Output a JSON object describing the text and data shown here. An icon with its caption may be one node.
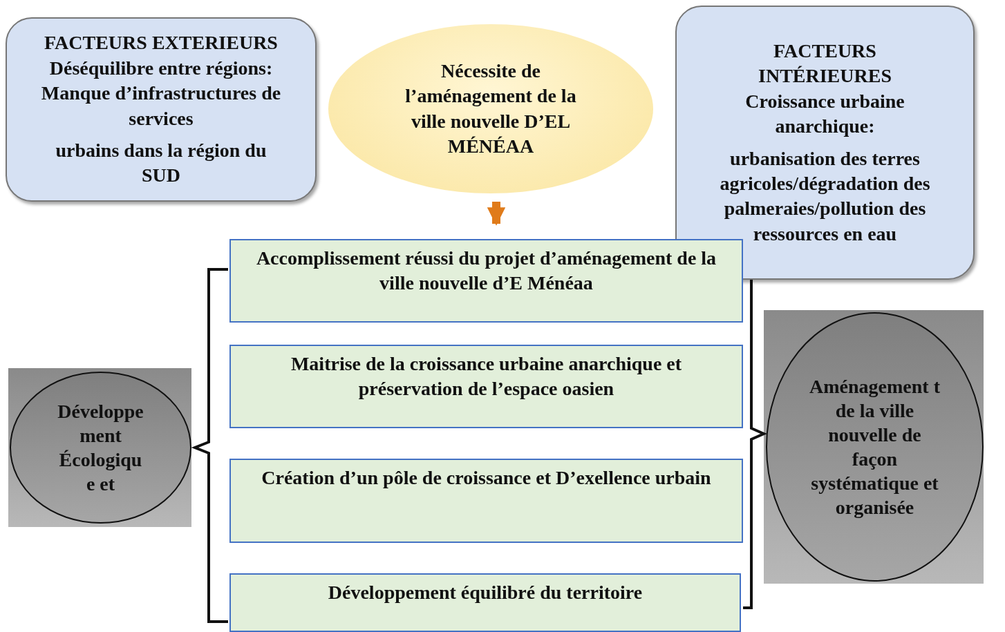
{
  "diagram": {
    "nodes": [
      {
        "text": [
          "FACTEURS EXTERIEURS",
          "Déséquilibre entre régions: Manque d’infrastructures de services",
          "urbains dans la région du SUD"
        ]
      },
      {
        "text": [
          "Nécessite de l’aménagement de la ville nouvelle D’EL MÉNÉAA"
        ]
      },
      {
        "text": [
          "FACTEURS INTÉRIEURES",
          "Croissance urbaine anarchique:",
          "urbanisation des terres agricoles/dégradation des palmeraies/pollution des ressources en eau"
        ]
      },
      {
        "text": [
          "Accomplissement réussi du projet d’aménagement de la ville nouvelle d’E Ménéaa"
        ]
      },
      {
        "text": [
          "Maitrise de la croissance urbaine anarchique et préservation de l’espace oasien"
        ]
      },
      {
        "text": [
          "Création d’un pôle de croissance et D’exellence urbain"
        ]
      },
      {
        "text": [
          "Développement équilibré du territoire"
        ]
      },
      {
        "text": [
          "Développe ment Écologiqu e et"
        ]
      },
      {
        "text": [
          "Aménagement t de la ville nouvelle de façon systématique et organisée"
        ]
      }
    ],
    "edges": [
      {
        "from": 1,
        "to": 3,
        "arrow": "to"
      }
    ]
  }
}
